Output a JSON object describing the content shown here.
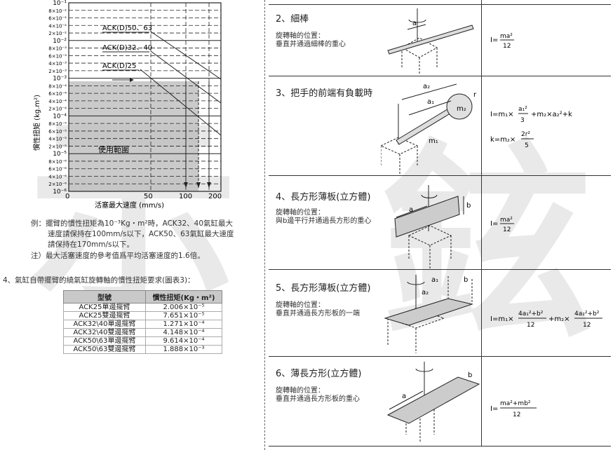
{
  "watermark": [
    "示",
    "鉉"
  ],
  "chart": {
    "ylabel": "慣性扭矩 (kg.m²)",
    "xlabel": "活塞最大速度  (mm/s)",
    "y_ticks": [
      "10⁻¹",
      "8×10⁻²",
      "6×10⁻²",
      "4×10⁻²",
      "2×10⁻²",
      "10⁻²",
      "8×10⁻³",
      "6×10⁻³",
      "4×10⁻³",
      "2×10⁻³",
      "10⁻³",
      "8×10⁻⁴",
      "6×10⁻⁴",
      "4×10⁻⁴",
      "2×10⁻⁴",
      "10⁻⁴",
      "8×10⁻⁵",
      "6×10⁻⁵",
      "4×10⁻⁵",
      "2×10⁻⁵",
      "10⁻⁵",
      "8×10⁻⁶",
      "6×10⁻⁶",
      "4×10⁻⁶",
      "2×10⁻⁶",
      "10⁻⁶"
    ],
    "x_ticks": [
      "0",
      "50",
      "100",
      "200"
    ],
    "area_label": "使用範圍",
    "series": [
      {
        "name": "ACK(D)50、63"
      },
      {
        "name": "ACK(D)32、40"
      },
      {
        "name": "ACK(D)25"
      }
    ]
  },
  "example_text": [
    "例：擺臂的慣性扭矩為10⁻³Kg・m²時，ACK32、40氣缸最大",
    "速度請保持在100mm/s以下，ACK50、63氣缸最大速度",
    "請保持在170mm/s以下。",
    "注）最大活塞速度的參考值爲平均活塞速度的1.6倍。"
  ],
  "section4_title": "4、氣缸自帶擺臂的繞氣缸旋轉軸的慣性扭矩要求(圖表3)：",
  "table": {
    "headers": [
      "型號",
      "慣性扭矩(Kg・m²)"
    ],
    "rows": [
      [
        "ACK25單邊擺臂",
        "2.006×10⁻⁵"
      ],
      [
        "ACK25雙邊擺臂",
        "7.651×10⁻⁵"
      ],
      [
        "ACK32\\40單邊擺臂",
        "1.271×10⁻⁴"
      ],
      [
        "ACK32\\40雙邊擺臂",
        "4.148×10⁻⁴"
      ],
      [
        "ACK50\\63單邊擺臂",
        "9.614×10⁻⁴"
      ],
      [
        "ACK50\\63雙邊擺臂",
        "1.888×10⁻³"
      ]
    ]
  },
  "cases": [
    {
      "title": "2、細棒",
      "pos": [
        "旋轉軸的位置：",
        "垂直并通過細棒的重心"
      ],
      "formula": "I=ma²/12"
    },
    {
      "title": "3、把手的前端有負載時",
      "pos": [],
      "formula": "I=m₁×a₁²/3 +m₂×a₂²+k ; k=m₂×2r²/5"
    },
    {
      "title": "4、長方形薄板(立方體)",
      "pos": [
        "旋轉軸的位置：",
        "與b邊平行并通過長方形的重心"
      ],
      "formula": "I=ma²/12"
    },
    {
      "title": "5、長方形薄板(立方體)",
      "pos": [
        "旋轉軸的位置：",
        "垂直并通過長方形板的一端"
      ],
      "formula": "I=m₁×(4a₁²+b²)/12 +m₂×(4a₂²+b²)/12"
    },
    {
      "title": "6、薄長方形(立方體)",
      "pos": [
        "旋轉軸的位置：",
        "垂直并通過長方形板的重心"
      ],
      "formula": "I=(ma²+mb²)/12"
    }
  ],
  "labels": {
    "a": "a",
    "b": "b",
    "a1": "a₁",
    "a2": "a₂",
    "m1": "m₁",
    "m2": "m₂",
    "r": "r",
    "I_eq": "I=",
    "plus_m2": "+m₂×a₂²+k",
    "k_eq": "k=m₂×",
    "num_2r2": "2r²",
    "den_5": "5",
    "m1x": "I=m₁×",
    "m2x": "+m₂×",
    "num_4a1": "4a₁²+b²",
    "num_4a2": "4a₂²+b²",
    "den_12": "12",
    "num_ma2": "ma²",
    "num_ma2mb2": "ma²+mb²",
    "num_a1sq": "a₁²",
    "den_3": "3"
  }
}
